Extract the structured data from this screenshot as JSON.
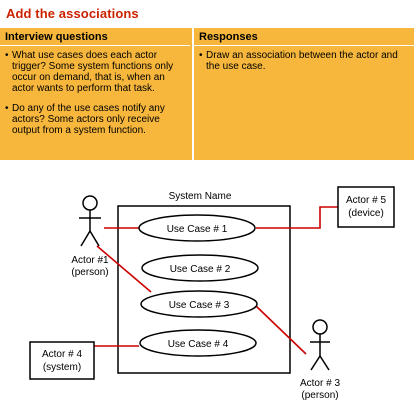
{
  "title": "Add the associations",
  "table": {
    "headers": [
      "Interview questions",
      "Responses"
    ],
    "questions": [
      "What use cases does each actor trigger? Some system functions only occur on demand, that is, when an actor wants to perform that task.",
      "Do any of the use cases notify any actors? Some actors only receive output from a system function."
    ],
    "responses": [
      "Draw an association between the actor and the use case."
    ]
  },
  "diagram": {
    "system_name": "System Name",
    "use_cases": [
      "Use Case # 1",
      "Use Case # 2",
      "Use Case # 3",
      "Use Case # 4"
    ],
    "actors": {
      "actor1": {
        "name": "Actor #1",
        "type": "(person)"
      },
      "actor3": {
        "name": "Actor # 3",
        "type": "(person)"
      },
      "actor4": {
        "name": "Actor # 4",
        "type": "(system)"
      },
      "actor5": {
        "name": "Actor # 5",
        "type": "(device)"
      }
    },
    "association_color": "#cc0000"
  }
}
